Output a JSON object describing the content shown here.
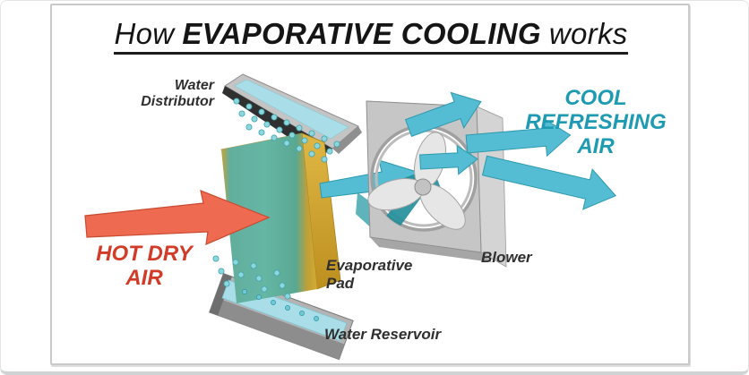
{
  "title": {
    "prefix": "How",
    "emphasis": "EVAPORATIVE COOLING",
    "suffix": "works"
  },
  "labels": {
    "water_distributor": [
      "Water",
      "Distributor"
    ],
    "hot_dry_air": [
      "HOT DRY",
      "AIR"
    ],
    "cool_refreshing_air": [
      "COOL",
      "REFRESHING",
      "AIR"
    ],
    "evaporative_pad": [
      "Evaporative",
      "Pad"
    ],
    "blower": "Blower",
    "water_reservoir": "Water Reservoir"
  },
  "colors": {
    "hot_text": "#d23b27",
    "cool_text": "#1f9ab3",
    "hot_arrow": "#ee6a50",
    "cool_arrow": "#55bdd3",
    "dark_cool_arrow": "#1f8d99",
    "pad_teal": "#62b4a4",
    "pad_gold": "#d2ab33",
    "water": "#a9dee9",
    "metal": "#c6c6c6",
    "label_text": "#2f2f2f",
    "title_text": "#151515"
  }
}
